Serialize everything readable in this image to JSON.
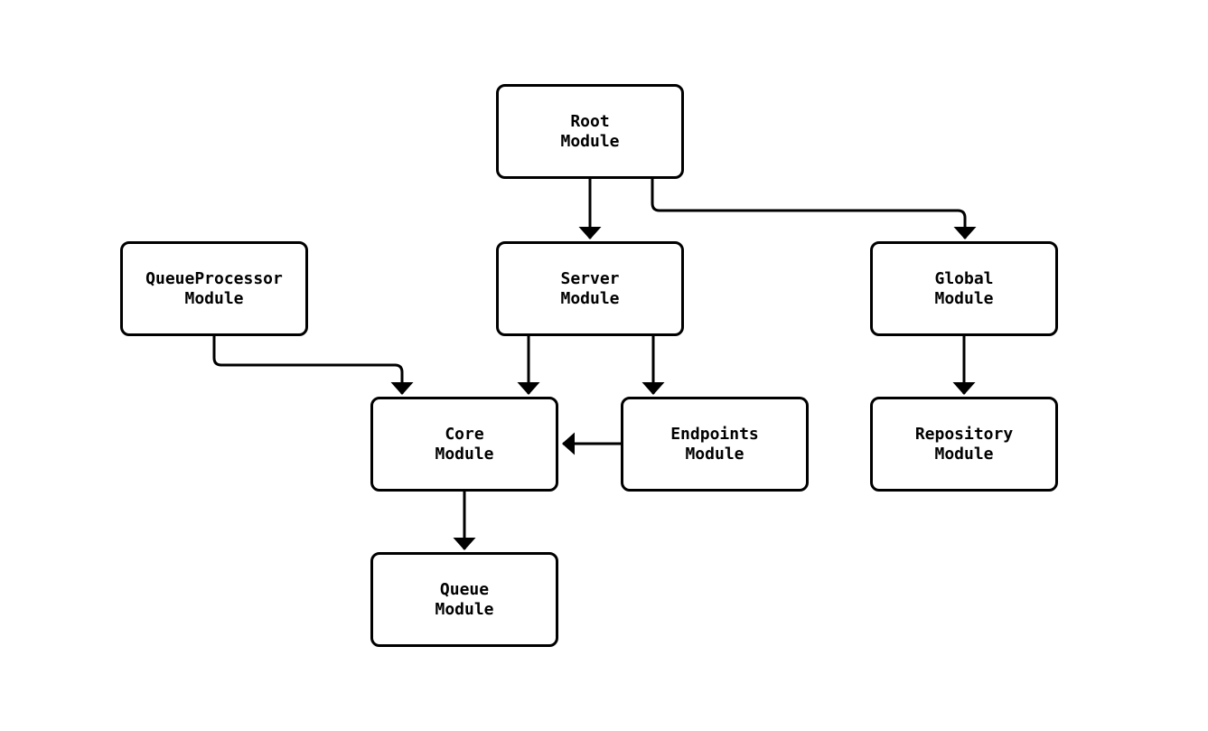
{
  "diagram": {
    "background": "#ffffff",
    "line_color": "#000000",
    "node_fill": "#ffffff",
    "nodes": {
      "root": {
        "label": "Root\nModule"
      },
      "queueprocessor": {
        "label": "QueueProcessor\nModule"
      },
      "server": {
        "label": "Server\nModule"
      },
      "global": {
        "label": "Global\nModule"
      },
      "core": {
        "label": "Core\nModule"
      },
      "endpoints": {
        "label": "Endpoints\nModule"
      },
      "repository": {
        "label": "Repository\nModule"
      },
      "queue": {
        "label": "Queue\nModule"
      }
    },
    "edges": [
      {
        "from": "Root Module",
        "to": "Server Module"
      },
      {
        "from": "Root Module",
        "to": "Global Module"
      },
      {
        "from": "QueueProcessor Module",
        "to": "Core Module"
      },
      {
        "from": "Server Module",
        "to": "Core Module"
      },
      {
        "from": "Server Module",
        "to": "Endpoints Module"
      },
      {
        "from": "Endpoints Module",
        "to": "Core Module"
      },
      {
        "from": "Global Module",
        "to": "Repository Module"
      },
      {
        "from": "Core Module",
        "to": "Queue Module"
      }
    ]
  }
}
